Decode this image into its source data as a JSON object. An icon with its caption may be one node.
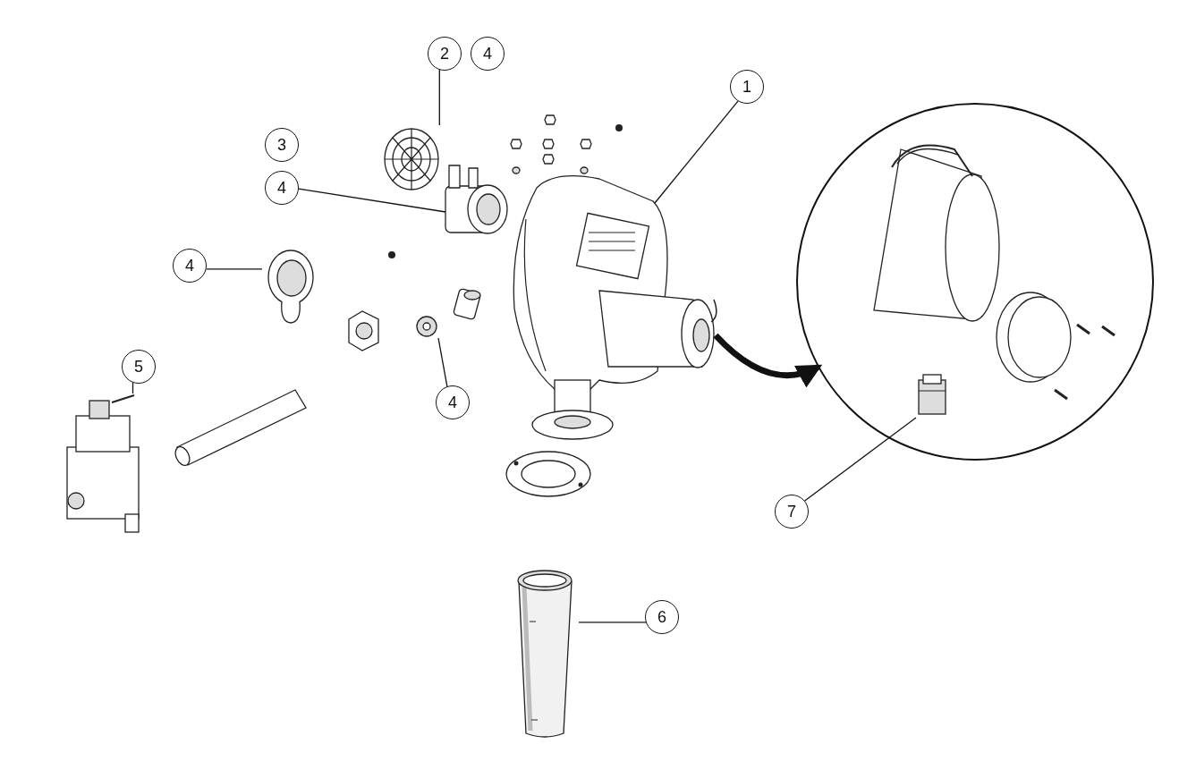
{
  "diagram": {
    "nodes": [
      {
        "text": [
          "2"
        ]
      },
      {
        "text": [
          "1"
        ]
      },
      {
        "text": [],
        "shape": "picture"
      },
      {
        "text": [],
        "shape": "picture"
      },
      {
        "text": [
          "4"
        ]
      },
      {
        "text": [],
        "shape": "picture"
      },
      {
        "text": [
          "4"
        ]
      },
      {
        "text": [],
        "shape": "picture"
      },
      {
        "text": [],
        "shape": "circle"
      },
      {
        "text": [],
        "shape": "picture",
        "in": 8
      },
      {
        "text": [
          "5"
        ]
      },
      {
        "text": [],
        "shape": "picture"
      },
      {
        "text": [],
        "shape": "picture"
      },
      {
        "text": [
          "4"
        ]
      },
      {
        "text": [
          "7"
        ]
      },
      {
        "text": [],
        "shape": "picture"
      },
      {
        "text": [
          "6"
        ]
      },
      {
        "text": [
          "4"
        ]
      },
      {
        "text": [
          "3"
        ]
      }
    ],
    "edges": [
      {
        "from": 0,
        "to": 2,
        "arrow": "none"
      },
      {
        "from": 1,
        "to": 3,
        "arrow": "none"
      },
      {
        "from": 4,
        "to": 5,
        "arrow": "none"
      },
      {
        "from": 6,
        "to": 7,
        "arrow": "none"
      },
      {
        "from": 3,
        "to": 8,
        "arrow": "to",
        "style": "thick"
      },
      {
        "from": 10,
        "to": 11,
        "arrow": "none"
      },
      {
        "from": 13,
        "to": 12,
        "arrow": "none"
      },
      {
        "from": 14,
        "to": 9,
        "arrow": "none"
      },
      {
        "from": 16,
        "to": 15,
        "arrow": "none"
      }
    ]
  }
}
